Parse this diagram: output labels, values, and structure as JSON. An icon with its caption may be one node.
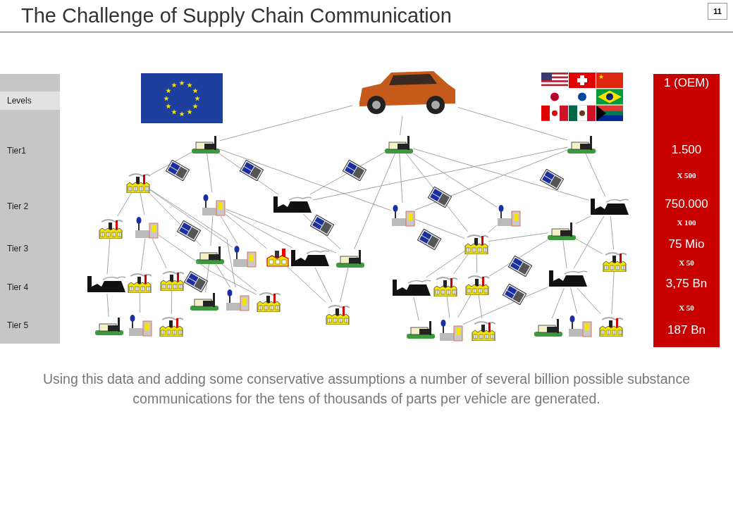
{
  "diagram": {
    "title": "The Challenge of Supply Chain Communication",
    "caption": "Using this data and adding some conservative assumptions a number of several billion possible substance communications for the tens of thousands of parts per vehicle are generated.",
    "nodes": [
      {
        "text": [],
        "shape": "picture"
      },
      {
        "text": [],
        "shape": "picture"
      },
      {
        "text": [],
        "shape": "picture"
      },
      {
        "text": [],
        "shape": "picture"
      },
      {
        "text": [],
        "shape": "picture"
      },
      {
        "text": [],
        "shape": "picture"
      },
      {
        "text": [],
        "shape": "picture"
      },
      {
        "text": [],
        "shape": "picture"
      },
      {
        "text": [],
        "shape": "picture"
      },
      {
        "text": [],
        "shape": "picture"
      },
      {
        "text": [],
        "shape": "picture"
      },
      {
        "text": [],
        "shape": "picture"
      },
      {
        "text": [],
        "shape": "picture"
      },
      {
        "text": [],
        "shape": "picture"
      },
      {
        "text": [],
        "shape": "picture"
      },
      {
        "text": [],
        "shape": "picture"
      },
      {
        "text": [],
        "shape": "picture"
      },
      {
        "text": [],
        "shape": "picture"
      },
      {
        "text": [],
        "shape": "picture"
      },
      {
        "text": [],
        "shape": "picture"
      },
      {
        "text": [],
        "shape": "picture"
      },
      {
        "text": [],
        "shape": "picture"
      },
      {
        "text": [],
        "shape": "picture"
      },
      {
        "text": [],
        "shape": "picture"
      },
      {
        "text": [],
        "shape": "picture"
      },
      {
        "text": [],
        "shape": "picture"
      },
      {
        "text": [],
        "shape": "picture"
      },
      {
        "text": [],
        "shape": "picture"
      },
      {
        "text": [],
        "shape": "picture"
      },
      {
        "text": [],
        "shape": "picture"
      },
      {
        "text": [],
        "shape": "picture"
      },
      {
        "text": [],
        "shape": "picture"
      },
      {
        "text": [],
        "shape": "picture"
      },
      {
        "text": [],
        "shape": "picture"
      },
      {
        "text": [],
        "shape": "picture"
      },
      {
        "text": [],
        "shape": "picture"
      },
      {
        "text": [],
        "shape": "picture"
      },
      {
        "text": [],
        "shape": "picture"
      },
      {
        "text": [],
        "shape": "picture"
      },
      {
        "text": [],
        "shape": "picture"
      }
    ],
    "edges": [
      {
        "from": 0,
        "to": 1,
        "arrow": "none"
      },
      {
        "from": 0,
        "to": 2,
        "arrow": "none"
      },
      {
        "from": 0,
        "to": 3,
        "arrow": "none"
      },
      {
        "from": 1,
        "to": 4,
        "arrow": "none"
      },
      {
        "from": 1,
        "to": 5,
        "arrow": "none"
      },
      {
        "from": 1,
        "to": 6,
        "arrow": "none"
      },
      {
        "from": 1,
        "to": 7,
        "arrow": "none"
      },
      {
        "from": 2,
        "to": 6,
        "arrow": "none"
      },
      {
        "from": 2,
        "to": 7,
        "arrow": "none"
      },
      {
        "from": 2,
        "to": 8,
        "arrow": "none"
      },
      {
        "from": 2,
        "to": 9,
        "arrow": "none"
      },
      {
        "from": 2,
        "to": 17,
        "arrow": "none"
      },
      {
        "from": 2,
        "to": 18,
        "arrow": "none"
      },
      {
        "from": 3,
        "to": 6,
        "arrow": "none"
      },
      {
        "from": 3,
        "to": 7,
        "arrow": "none"
      },
      {
        "from": 3,
        "to": 9,
        "arrow": "none"
      },
      {
        "from": 4,
        "to": 10,
        "arrow": "none"
      },
      {
        "from": 4,
        "to": 11,
        "arrow": "none"
      },
      {
        "from": 4,
        "to": 13,
        "arrow": "none"
      },
      {
        "from": 4,
        "to": 14,
        "arrow": "none"
      },
      {
        "from": 4,
        "to": 28,
        "arrow": "none"
      },
      {
        "from": 5,
        "to": 13,
        "arrow": "none"
      },
      {
        "from": 5,
        "to": 14,
        "arrow": "none"
      },
      {
        "from": 5,
        "to": 15,
        "arrow": "none"
      },
      {
        "from": 5,
        "to": 16,
        "arrow": "none"
      },
      {
        "from": 5,
        "to": 17,
        "arrow": "none"
      },
      {
        "from": 6,
        "to": 17,
        "arrow": "none"
      },
      {
        "from": 7,
        "to": 18,
        "arrow": "none"
      },
      {
        "from": 8,
        "to": 18,
        "arrow": "none"
      },
      {
        "from": 9,
        "to": 12,
        "arrow": "none"
      },
      {
        "from": 9,
        "to": 19,
        "arrow": "none"
      },
      {
        "from": 9,
        "to": 26,
        "arrow": "none"
      },
      {
        "from": 10,
        "to": 20,
        "arrow": "none"
      },
      {
        "from": 11,
        "to": 21,
        "arrow": "none"
      },
      {
        "from": 11,
        "to": 22,
        "arrow": "none"
      },
      {
        "from": 11,
        "to": 29,
        "arrow": "none"
      },
      {
        "from": 12,
        "to": 18,
        "arrow": "none"
      },
      {
        "from": 12,
        "to": 19,
        "arrow": "none"
      },
      {
        "from": 12,
        "to": 25,
        "arrow": "none"
      },
      {
        "from": 12,
        "to": 26,
        "arrow": "none"
      },
      {
        "from": 13,
        "to": 27,
        "arrow": "none"
      },
      {
        "from": 13,
        "to": 28,
        "arrow": "none"
      },
      {
        "from": 13,
        "to": 29,
        "arrow": "none"
      },
      {
        "from": 15,
        "to": 30,
        "arrow": "none"
      },
      {
        "from": 16,
        "to": 30,
        "arrow": "none"
      },
      {
        "from": 17,
        "to": 30,
        "arrow": "none"
      },
      {
        "from": 18,
        "to": 23,
        "arrow": "none"
      },
      {
        "from": 18,
        "to": 24,
        "arrow": "none"
      },
      {
        "from": 18,
        "to": 25,
        "arrow": "none"
      },
      {
        "from": 19,
        "to": 39,
        "arrow": "none"
      },
      {
        "from": 20,
        "to": 31,
        "arrow": "none"
      },
      {
        "from": 21,
        "to": 32,
        "arrow": "none"
      },
      {
        "from": 22,
        "to": 33,
        "arrow": "none"
      },
      {
        "from": 23,
        "to": 34,
        "arrow": "none"
      },
      {
        "from": 24,
        "to": 35,
        "arrow": "none"
      },
      {
        "from": 25,
        "to": 35,
        "arrow": "none"
      },
      {
        "from": 25,
        "to": 36,
        "arrow": "none"
      },
      {
        "from": 26,
        "to": 35,
        "arrow": "none"
      },
      {
        "from": 26,
        "to": 37,
        "arrow": "none"
      },
      {
        "from": 26,
        "to": 38,
        "arrow": "none"
      },
      {
        "from": 26,
        "to": 39,
        "arrow": "none"
      }
    ],
    "labels": [
      "11",
      "Levels",
      "Tier1",
      "Tier 2",
      "Tier 3",
      "Tier 4",
      "Tier 5",
      "1 (OEM)",
      "1.500",
      "X 500",
      "750.000",
      "X 100",
      "75 Mio",
      "X 50",
      "3,75 Bn",
      "X 50",
      "187 Bn"
    ]
  }
}
